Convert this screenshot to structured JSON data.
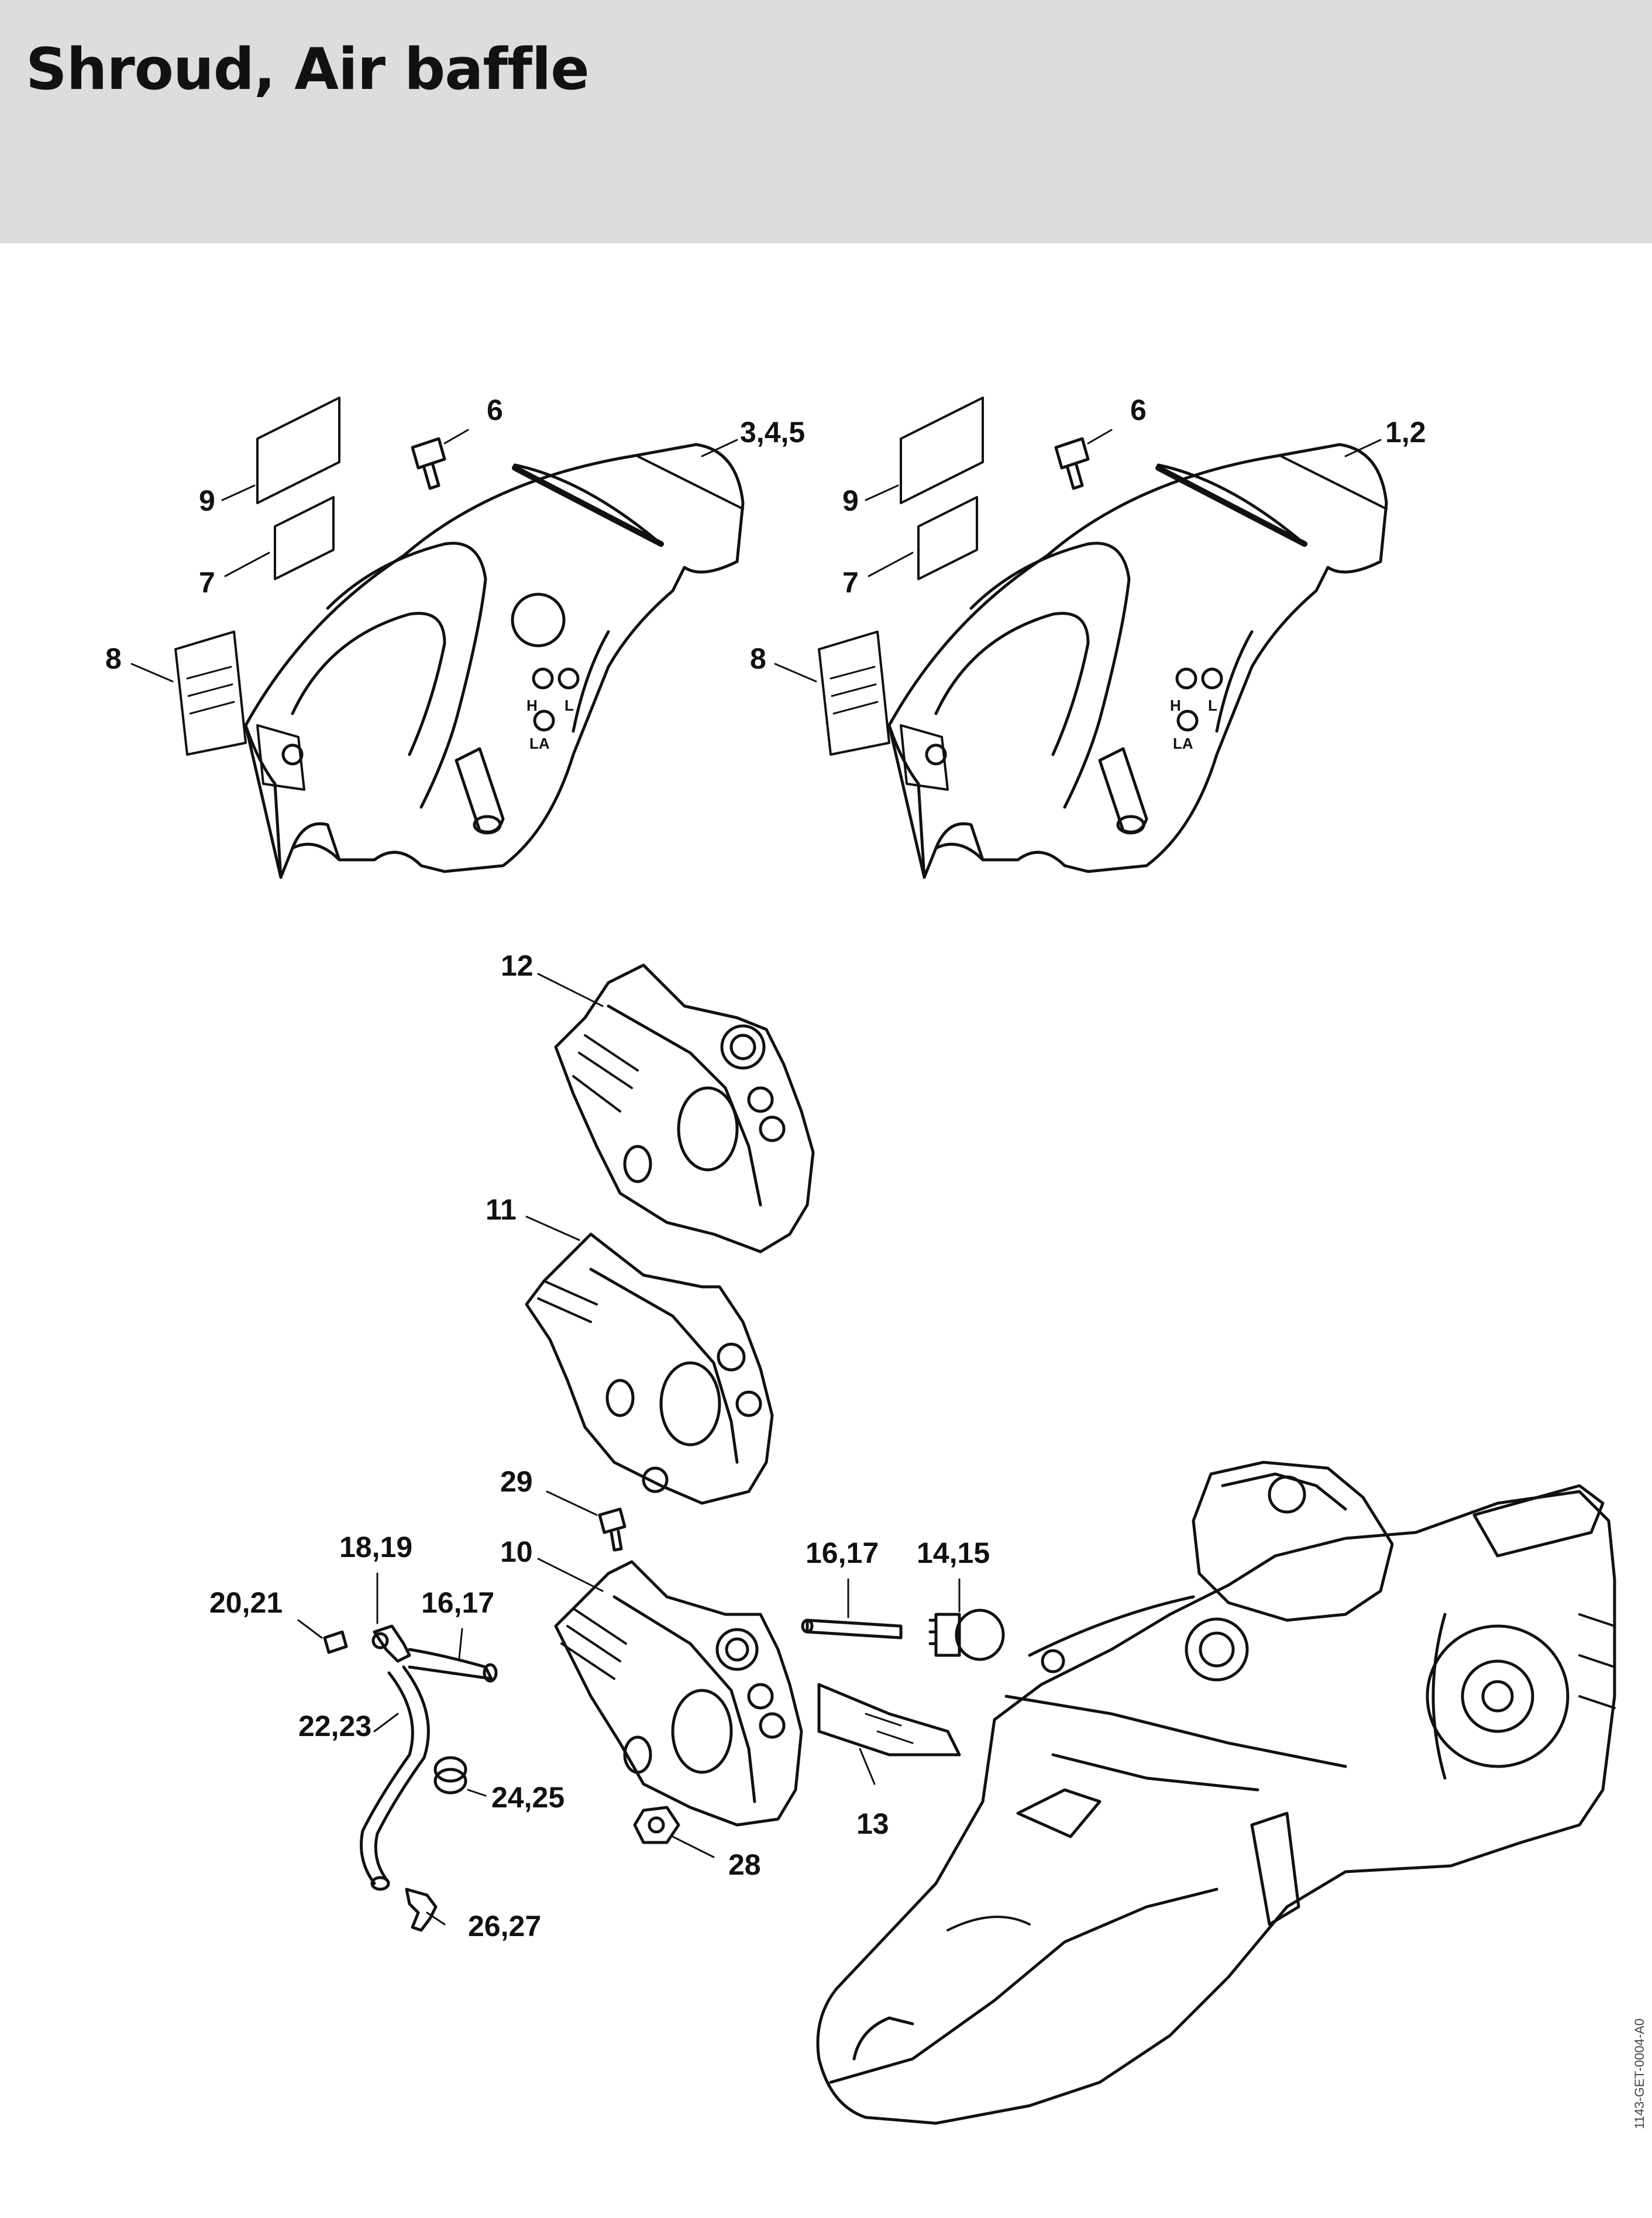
{
  "page": {
    "title": "Shroud, Air baffle",
    "drawing_ref": "1143-GET-0004-A0"
  },
  "callouts": [
    {
      "id": "c-9-left",
      "label": "9"
    },
    {
      "id": "c-7-left",
      "label": "7"
    },
    {
      "id": "c-8-left",
      "label": "8"
    },
    {
      "id": "c-6-left",
      "label": "6"
    },
    {
      "id": "c-345",
      "label": "3,4,5"
    },
    {
      "id": "c-9-right",
      "label": "9"
    },
    {
      "id": "c-7-right",
      "label": "7"
    },
    {
      "id": "c-8-right",
      "label": "8"
    },
    {
      "id": "c-6-right",
      "label": "6"
    },
    {
      "id": "c-12",
      "label": "1,2"
    },
    {
      "id": "c-12b",
      "label": "12"
    },
    {
      "id": "c-11",
      "label": "11"
    },
    {
      "id": "c-29",
      "label": "29"
    },
    {
      "id": "c-10",
      "label": "10"
    },
    {
      "id": "c-1819",
      "label": "18,19"
    },
    {
      "id": "c-2021",
      "label": "20,21"
    },
    {
      "id": "c-1617a",
      "label": "16,17"
    },
    {
      "id": "c-2223",
      "label": "22,23"
    },
    {
      "id": "c-2425",
      "label": "24,25"
    },
    {
      "id": "c-2627",
      "label": "26,27"
    },
    {
      "id": "c-28",
      "label": "28"
    },
    {
      "id": "c-1617b",
      "label": "16,17"
    },
    {
      "id": "c-1415",
      "label": "14,15"
    },
    {
      "id": "c-13",
      "label": "13"
    }
  ],
  "shroud_markings": {
    "h": "H",
    "l": "L",
    "la": "LA"
  }
}
